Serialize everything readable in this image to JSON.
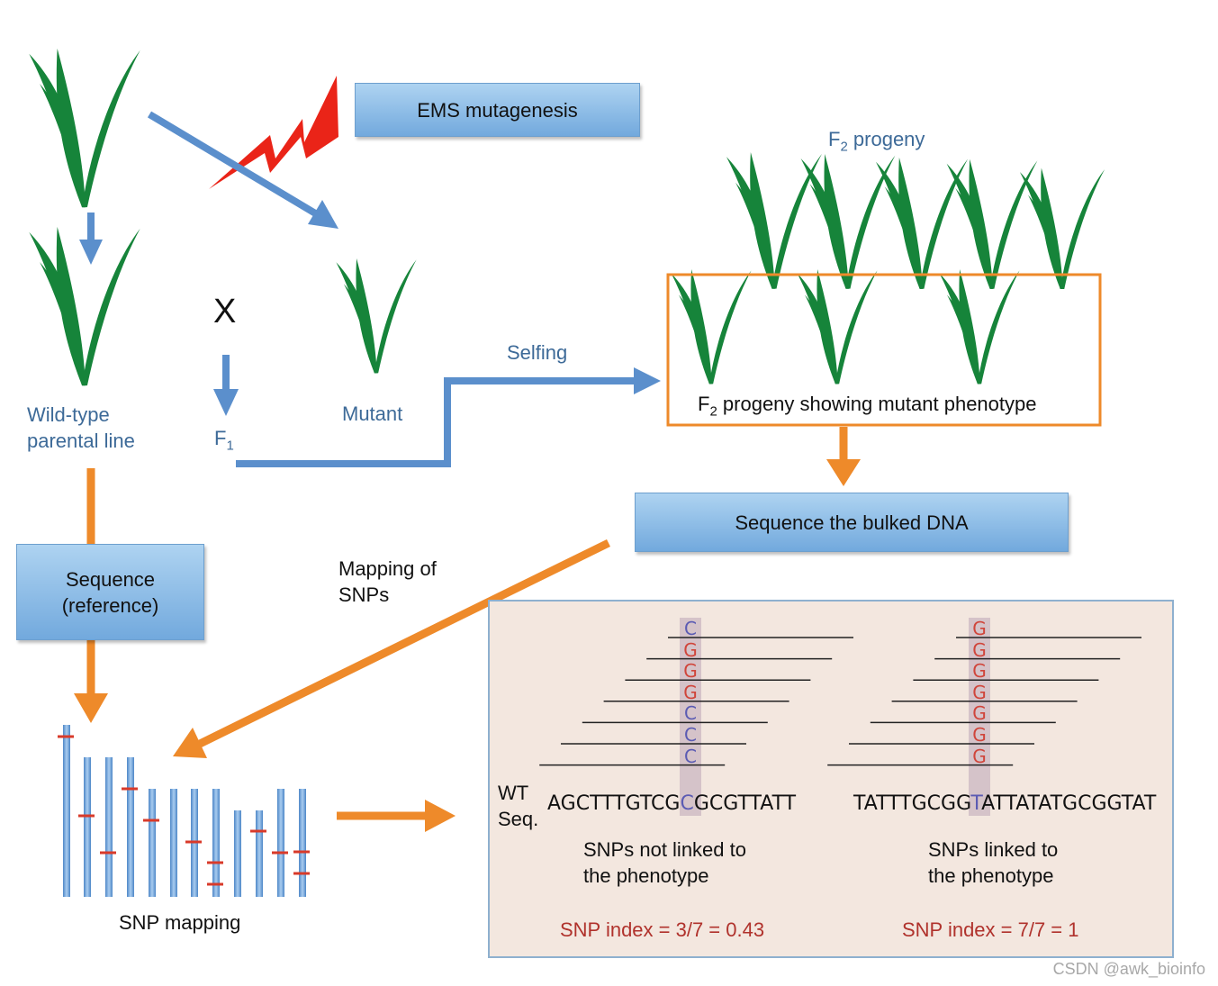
{
  "labels": {
    "ems": "EMS mutagenesis",
    "f2_progeny_prefix": "F",
    "f2_progeny_sub": "2",
    "f2_progeny_suffix": " progeny",
    "cross_mark": "X",
    "wild_type_line1": "Wild-type",
    "wild_type_line2": "parental line",
    "mutant": "Mutant",
    "f1_prefix": "F",
    "f1_sub": "1",
    "selfing": "Selfing",
    "f2_mutant_prefix": "F",
    "f2_mutant_sub": "2",
    "f2_mutant_suffix": " progeny showing mutant phenotype",
    "sequence_bulked": "Sequence the bulked DNA",
    "sequence_reference": "Sequence\n(reference)",
    "mapping_line1": "Mapping of",
    "mapping_line2": "SNPs",
    "snp_mapping": "SNP mapping",
    "wt_seq_line1": "WT",
    "wt_seq_line2": "Seq.",
    "seq_left_a": "AGCTTTGTCG",
    "seq_left_b": "C",
    "seq_left_c": "GCGTTATT",
    "seq_right_a": "TATTTGCGG",
    "seq_right_b": "T",
    "seq_right_c": "ATTATATGCGGTAT",
    "not_linked_line1": "SNPs not linked to",
    "not_linked_line2": "the phenotype",
    "linked_line1": "SNPs linked to",
    "linked_line2": "the phenotype",
    "index_left": "SNP index = 3/7 = 0.43",
    "index_right": "SNP index = 7/7 = 1",
    "watermark": "CSDN @awk_bioinfo"
  },
  "reads_left": [
    "C",
    "G",
    "G",
    "G",
    "C",
    "C",
    "C"
  ],
  "reads_right": [
    "G",
    "G",
    "G",
    "G",
    "G",
    "G",
    "G"
  ],
  "colors": {
    "plant_green": "#16843a",
    "arrow_blue": "#5b8fcc",
    "arrow_orange": "#ee8a2a",
    "bolt_red": "#ea2418",
    "base_red": "#d0453b",
    "base_blue": "#5b5bb3",
    "snp_marker_red": "#d83a2a"
  }
}
